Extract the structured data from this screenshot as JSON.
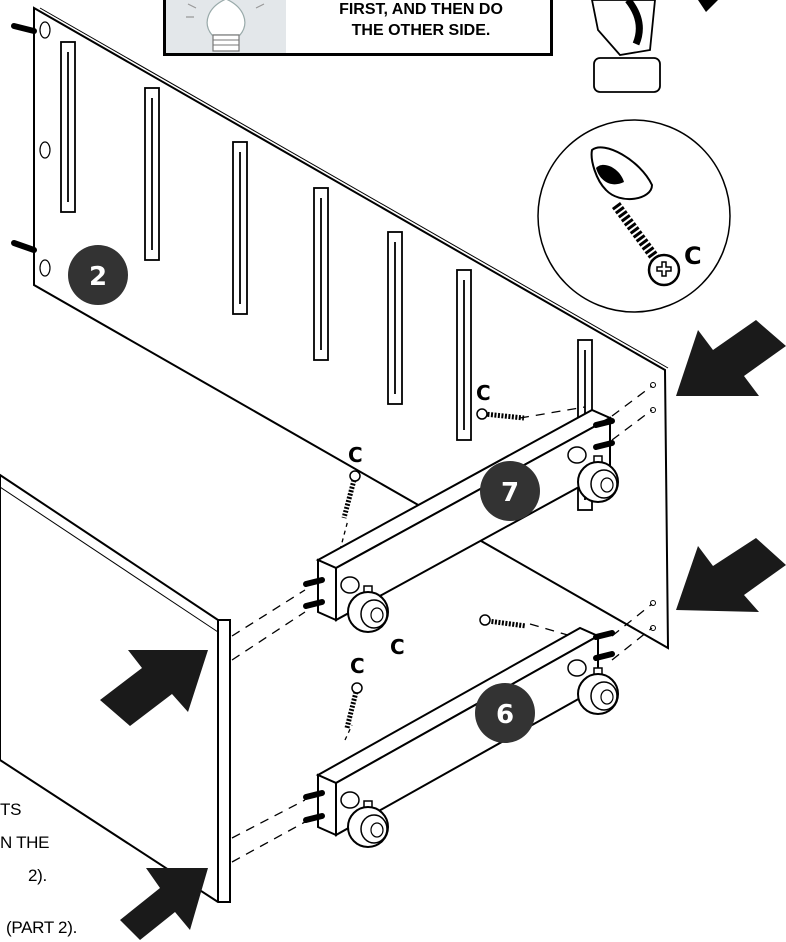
{
  "tip": {
    "line1": "FIRST, AND THEN DO",
    "line2": "THE OTHER SIDE."
  },
  "step_badges": {
    "panel": "2",
    "upper_rail": "7",
    "lower_rail": "6"
  },
  "fastener_labels": {
    "inset": "C",
    "upper_right": "C",
    "upper_left": "C",
    "middle": "C",
    "lower_left": "C"
  },
  "left_instructions": {
    "line1": "TS",
    "line2": "N THE",
    "line3": "2).",
    "line4": "(PART 2)."
  },
  "icons": [
    "lightbulb-icon",
    "screwdriver-icon",
    "screw-inset-icon",
    "caster-wheel-icon",
    "arrow-icon"
  ],
  "colors": {
    "ink": "#000000",
    "badge": "#333333",
    "tip_shade": "#e3e7ea",
    "arrow": "#1a1a1a"
  }
}
